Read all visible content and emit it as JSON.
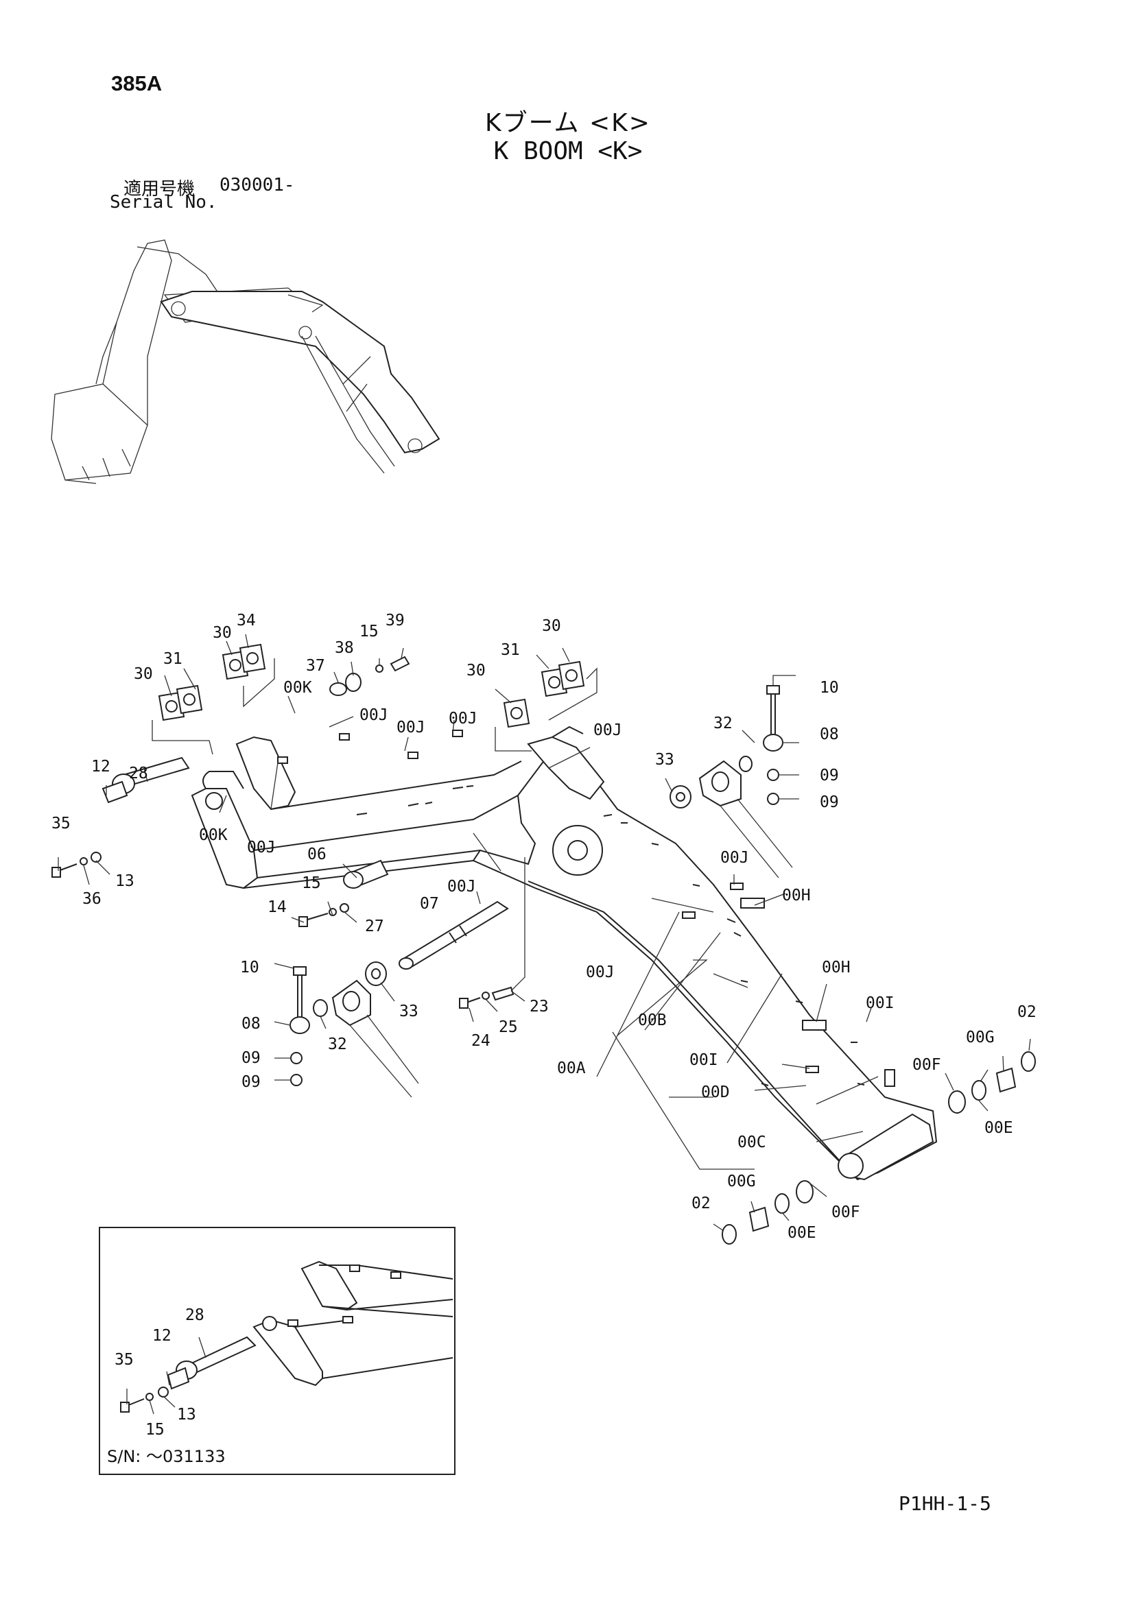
{
  "header": {
    "page_code": "385A",
    "title_jp": "Kブーム <K>",
    "title_en": "K BOOM <K>",
    "serial_label_jp": "適用号機",
    "serial_value": "030001-",
    "serial_label_en": "Serial No."
  },
  "footer": {
    "doc_code": "P1HH-1-5"
  },
  "inset": {
    "serial_note": "S/N: ～031133"
  },
  "callouts": {
    "c30a": "30",
    "c34": "34",
    "c30b": "30",
    "c31a": "31",
    "c37": "37",
    "c38": "38",
    "c15a": "15",
    "c39": "39",
    "c00Ka": "00K",
    "c00Ja": "00J",
    "c00Jb": "00J",
    "c00Jc": "00J",
    "c30c": "30",
    "c31b": "31",
    "c30d": "30",
    "c00Jd": "00J",
    "c10a": "10",
    "c32a": "32",
    "c08a": "08",
    "c33a": "33",
    "c09a": "09",
    "c09b": "09",
    "c28a": "28",
    "c12a": "12",
    "c35a": "35",
    "c36": "36",
    "c13a": "13",
    "c00Kb": "00K",
    "c00Je": "00J",
    "c06": "06",
    "c15b": "15",
    "c14": "14",
    "c27": "27",
    "c00Jf": "00J",
    "c07": "07",
    "c00Jg": "00J",
    "c00Ha": "00H",
    "c10b": "10",
    "c08b": "08",
    "c09c": "09",
    "c09d": "09",
    "c32b": "32",
    "c33b": "33",
    "c24": "24",
    "c25": "25",
    "c23": "23",
    "c00Jh": "00J",
    "c00A": "00A",
    "c00B": "00B",
    "c00Hb": "00H",
    "c00Ia": "00I",
    "c00Ib": "00I",
    "c00D": "00D",
    "c00C": "00C",
    "c02a": "02",
    "c00Ga": "00G",
    "c00Fa": "00F",
    "c00Ea": "00E",
    "c00Gb": "00G",
    "c02b": "02",
    "c00Eb": "00E",
    "c00Fb": "00F",
    "c28b": "28",
    "c12b": "12",
    "c35b": "35",
    "c15c": "15",
    "c13b": "13"
  }
}
